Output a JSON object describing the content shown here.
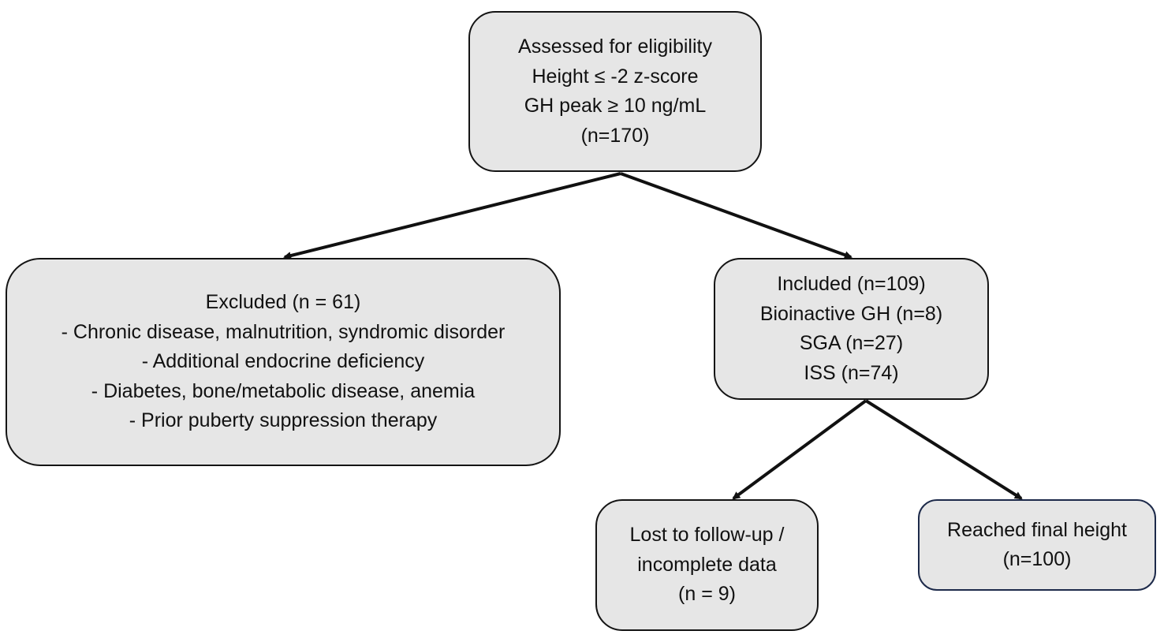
{
  "diagram": {
    "assessed": {
      "lines": [
        "Assessed for eligibility",
        "Height ≤ -2 z-score",
        "GH peak ≥ 10 ng/mL",
        "(n=170)"
      ]
    },
    "excluded": {
      "lines": [
        "Excluded (n = 61)",
        "- Chronic disease, malnutrition, syndromic disorder",
        "- Additional endocrine deficiency",
        "- Diabetes, bone/metabolic disease, anemia",
        "- Prior puberty suppression therapy"
      ]
    },
    "included": {
      "lines": [
        "Included (n=109)",
        "Bioinactive GH (n=8)",
        "SGA (n=27)",
        "ISS (n=74)"
      ]
    },
    "lost": {
      "lines": [
        "Lost to follow-up /",
        "incomplete data",
        "(n = 9)"
      ]
    },
    "final": {
      "lines": [
        "Reached final height",
        "(n=100)"
      ]
    }
  },
  "colors": {
    "box_fill": "#e6e6e6",
    "box_border": "#141414",
    "final_box_border": "#1d2a4a",
    "arrow": "#111111"
  }
}
